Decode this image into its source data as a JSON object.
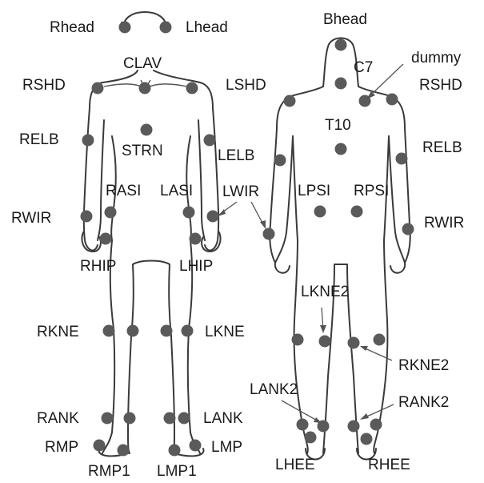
{
  "labels": {
    "rhead": "Rhead",
    "lhead": "Lhead",
    "clav": "CLAV",
    "rshd_front": "RSHD",
    "lshd": "LSHD",
    "relb_front": "RELB",
    "strn": "STRN",
    "lelb": "LELB",
    "rasi": "RASI",
    "lasi": "LASI",
    "lwir": "LWIR",
    "rwir_front": "RWIR",
    "rhip": "RHIP",
    "lhip": "LHIP",
    "rkne": "RKNE",
    "lkne": "LKNE",
    "rank": "RANK",
    "lank": "LANK",
    "rmp": "RMP",
    "lmp": "LMP",
    "rmp1": "RMP1",
    "lmp1": "LMP1",
    "bhead": "Bhead",
    "c7": "C7",
    "dummy": "dummy",
    "rshd_back": "RSHD",
    "t10": "T10",
    "relb_back": "RELB",
    "lpsi": "LPSI",
    "rpsi": "RPSI",
    "rwir_back": "RWIR",
    "lkne2": "LKNE2",
    "rkne2": "RKNE2",
    "lank2": "LANK2",
    "rank2": "RANK2",
    "lhee": "LHEE",
    "rhee": "RHEE"
  }
}
